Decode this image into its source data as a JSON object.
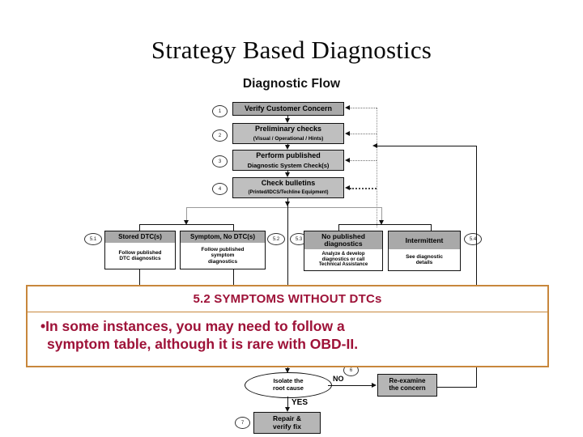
{
  "slide": {
    "title": "Strategy Based Diagnostics",
    "background": "#ffffff"
  },
  "diagram": {
    "heading": "Diagnostic Flow",
    "colors": {
      "header_fill": "#a9a9a9",
      "header_fill_light": "#bfbfbf",
      "body_fill": "#ffffff",
      "stroke": "#111111",
      "feedback_line": "#8a8a8a"
    },
    "steps": [
      {
        "num": "1",
        "header": "Verify Customer Concern",
        "body": ""
      },
      {
        "num": "2",
        "header": "Preliminary checks",
        "body": "(Visual / Operational / Hints)"
      },
      {
        "num": "3",
        "header": "Perform published",
        "body": "Diagnostic System Check(s)"
      },
      {
        "num": "4",
        "header": "Check bulletins",
        "body": "(Printed/IDCS/Techline Equipment)"
      }
    ],
    "branches": [
      {
        "num": "5.1",
        "header": "Stored DTC(s)",
        "body_line1": "Follow published",
        "body_line2": "DTC diagnostics",
        "body_line3": ""
      },
      {
        "num": "5.2",
        "header": "Symptom, No DTC(s)",
        "body_line1": "Follow published",
        "body_line2": "symptom",
        "body_line3": "diagnostics"
      },
      {
        "num": "5.3",
        "header": "No published diagnostics",
        "body_line1": "Analyze & develop",
        "body_line2": "diagnostics or call",
        "body_line3": "Technical Assistance"
      },
      {
        "num": "5.4",
        "header": "Intermittent",
        "body_line1": "See diagnostic",
        "body_line2": "details",
        "body_line3": ""
      }
    ],
    "decision": {
      "line1": "Isolate the",
      "line2": "root cause"
    },
    "decision_labels": {
      "no": "NO",
      "yes": "YES"
    },
    "outcomes": [
      {
        "num": "6",
        "line1": "Re-examine",
        "line2": "the concern"
      },
      {
        "num": "7",
        "line1": "Repair &",
        "line2": "verify fix"
      }
    ]
  },
  "callout": {
    "heading": "5.2 SYMPTOMS WITHOUT DTCs",
    "bullet_char": "•",
    "line1": "In some instances, you may need to follow a",
    "line2": "symptom table, although it is rare with OBD-II.",
    "text_color": "#9e1238",
    "border_color": "#c8873c"
  }
}
